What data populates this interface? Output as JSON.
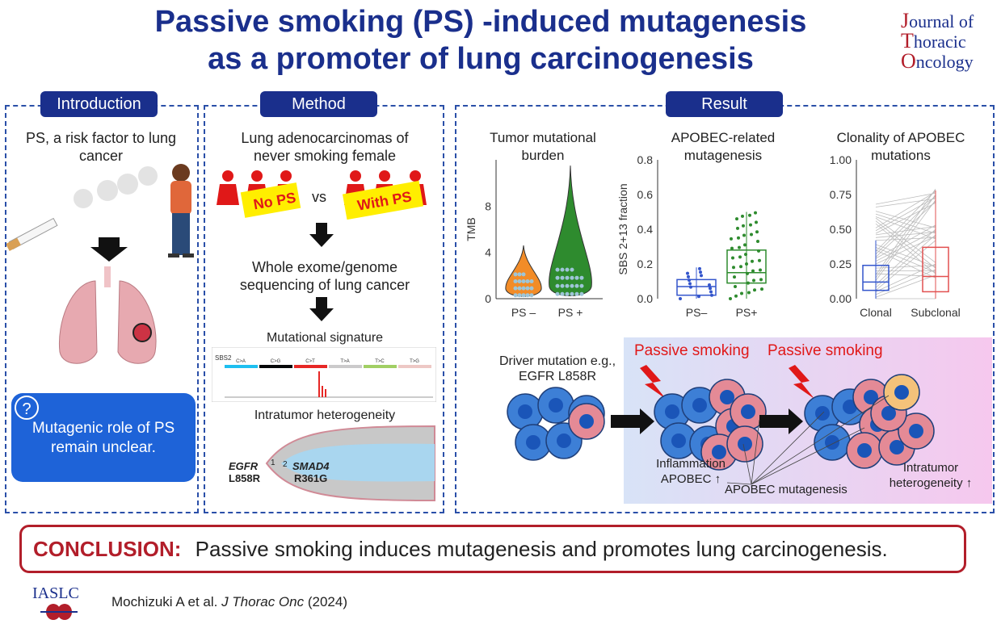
{
  "header": {
    "title_line1": "Passive smoking (PS) -induced mutagenesis",
    "title_line2": "as a promoter of lung carcinogenesis"
  },
  "journal": {
    "l1a": "J",
    "l1b": "ournal of",
    "l2a": "T",
    "l2b": "horacic",
    "l3a": "O",
    "l3b": "ncology"
  },
  "intro": {
    "tab": "Introduction",
    "risk": "PS, a risk factor to lung cancer",
    "unclear": "Mutagenic role of PS remain unclear.",
    "qmark": "?"
  },
  "method": {
    "tab": "Method",
    "cohort": "Lung adenocarcinomas of never smoking female",
    "no_ps": "No PS",
    "vs": "vs",
    "with_ps": "With PS",
    "seq": "Whole exome/genome sequencing of lung cancer",
    "sig": "Mutational signature",
    "sig_name": "SBS2",
    "sig_cats": [
      "C>A",
      "C>G",
      "C>T",
      "T>A",
      "T>C",
      "T>G"
    ],
    "ith": "Intratumor heterogeneity",
    "egfr": "EGFR",
    "egfr_mut": "L858R",
    "smad4": "SMAD4",
    "smad4_mut": "R361G",
    "clone1": "1",
    "clone2": "2"
  },
  "result": {
    "tab": "Result",
    "driver": "Driver mutation e.g., EGFR L858R",
    "ps1": "Passive smoking",
    "ps2": "Passive smoking",
    "inflam": "Inflammation APOBEC ↑",
    "apobec_mut": "APOBEC mutagenesis",
    "ith": "Intratumor heterogeneity ↑"
  },
  "colors": {
    "navy": "#1a2f8c",
    "red": "#b21e2a",
    "orange": "#f28c28",
    "green": "#2e8b2e",
    "blue": "#3355cc",
    "cell": "#3d7fd6",
    "cell_red": "#e48a96"
  },
  "chart_data": [
    {
      "type": "violin",
      "title": "Tumor mutational burden",
      "ylabel": "TMB",
      "categories": [
        "PS –",
        "PS +"
      ],
      "yticks": [
        "0",
        "4",
        "8"
      ],
      "ylim": [
        0,
        12
      ]
    },
    {
      "type": "box",
      "title": "APOBEC-related mutagenesis",
      "ylabel": "SBS 2+13 fraction",
      "categories": [
        "PS–",
        "PS+"
      ],
      "yticks": [
        "0.0",
        "0.2",
        "0.4",
        "0.6",
        "0.8"
      ],
      "ylim": [
        0,
        0.8
      ],
      "series": [
        {
          "values": [
            0.0,
            0.02,
            0.07,
            0.11,
            0.18
          ]
        },
        {
          "values": [
            0.0,
            0.09,
            0.15,
            0.28,
            0.5
          ]
        }
      ]
    },
    {
      "type": "box",
      "title": "Clonality of APOBEC mutations",
      "categories": [
        "Clonal",
        "Subclonal"
      ],
      "yticks": [
        "0.00",
        "0.25",
        "0.50",
        "0.75",
        "1.00"
      ],
      "ylim": [
        0,
        1
      ],
      "series": [
        {
          "values": [
            0.0,
            0.06,
            0.12,
            0.24,
            0.42
          ]
        },
        {
          "values": [
            0.0,
            0.05,
            0.16,
            0.37,
            0.78
          ]
        }
      ]
    }
  ],
  "conclusion": {
    "label": "CONCLUSION:",
    "text": "Passive smoking induces mutagenesis and promotes lung carcinogenesis."
  },
  "footer": {
    "logo": "IASLC",
    "authors": "Mochizuki A et al.",
    "journal": "J Thorac Onc",
    "year": "(2024)"
  }
}
